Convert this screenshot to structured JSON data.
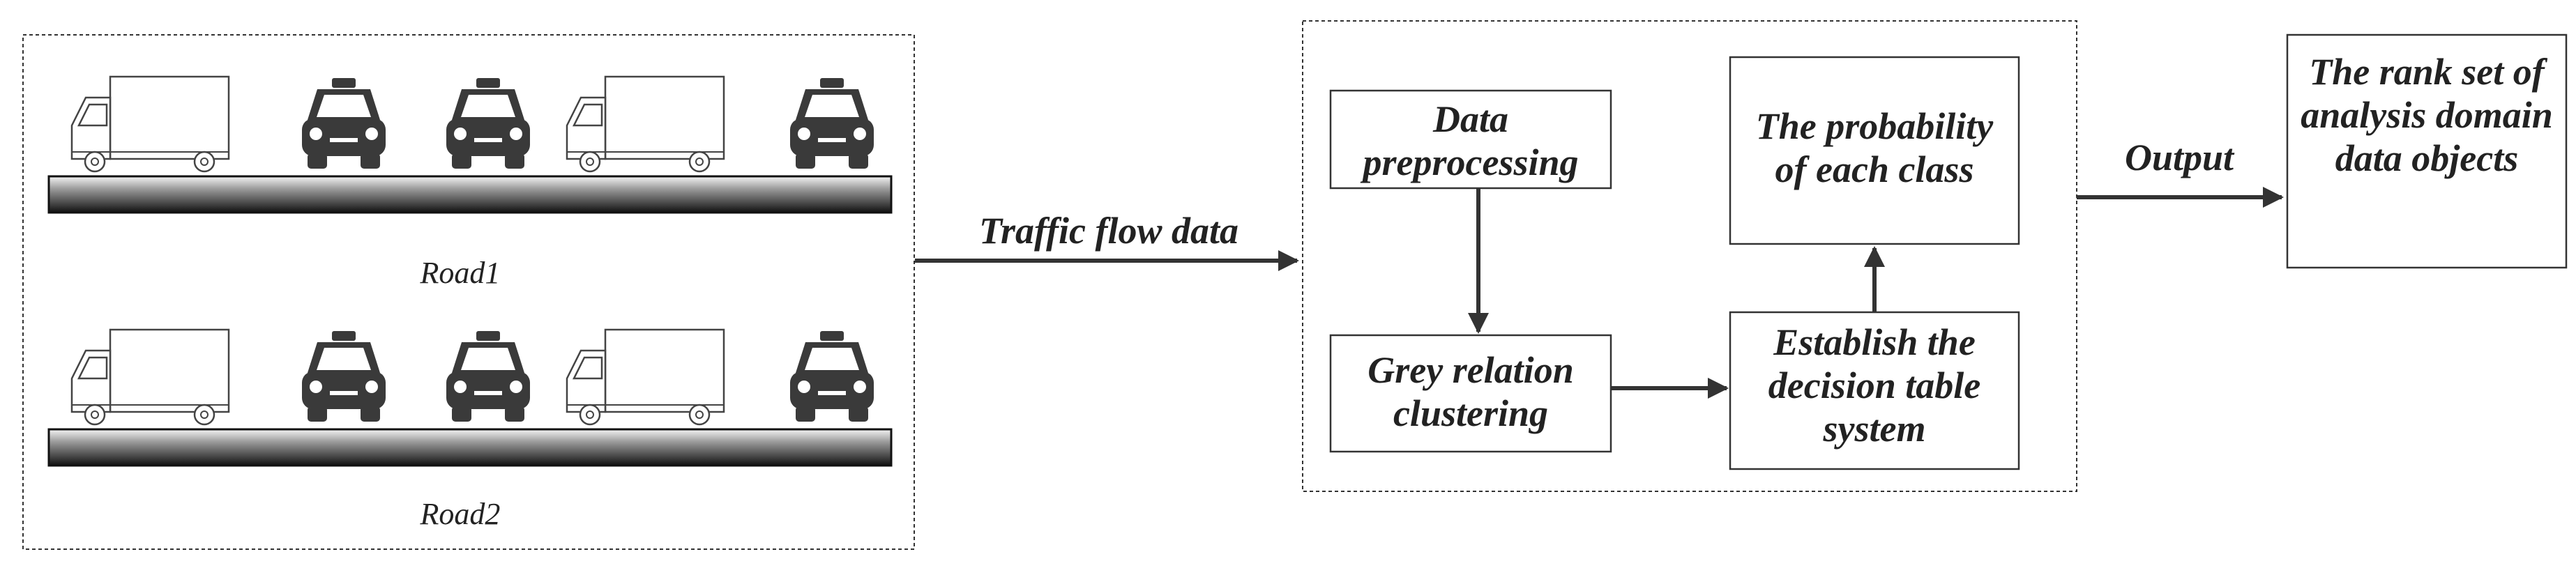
{
  "roads": [
    {
      "label": "Road1"
    },
    {
      "label": "Road2"
    }
  ],
  "vehicles_per_road": [
    "truck",
    "taxi",
    "taxi",
    "truck",
    "taxi"
  ],
  "arrows": {
    "input_label": "Traffic flow data",
    "output_label": "Output"
  },
  "process": {
    "data_preprocessing": "Data preprocessing",
    "grey_relation_clustering": "Grey relation clustering",
    "decision_table": "Establish the decision  table system",
    "probability": "The probability of each class"
  },
  "result": {
    "rank_set": "The rank set of analysis domain data objects"
  },
  "colors": {
    "line": "#333333",
    "vehicle": "#3a3a3a",
    "road_dark": "#111111",
    "road_light": "#f2f2f2"
  }
}
